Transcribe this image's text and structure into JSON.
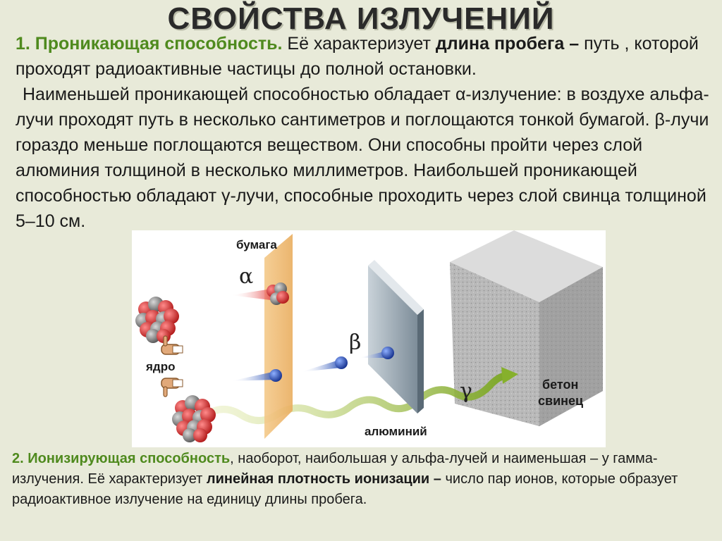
{
  "title": "СВОЙСТВА ИЗЛУЧЕНИЙ",
  "section1": {
    "heading": "1. Проникающая способность.",
    "t1": " Её характеризует ",
    "bold1": "длина пробега –",
    "t2": " путь , которой проходят радиоактивные частицы до полной остановки.",
    "t3": "Наименьшей проникающей способностью обладает α-излучение: в воздухе альфа-лучи проходят путь в несколько сантиметров и поглощаются тонкой бумагой. β-лучи гораздо меньше поглощаются веществом. Они способны пройти через слой алюминия толщиной в несколько миллиметров. Наибольшей проникающей способностью обладают γ-лучи, способные проходить через слой свинца толщиной 5–10 см."
  },
  "figure": {
    "paper_label": "бумага",
    "nucleus_label": "ядро",
    "aluminum_label": "алюминий",
    "concrete_label": "бетон",
    "lead_label": "свинец",
    "alpha": "α",
    "beta": "β",
    "gamma": "γ"
  },
  "section2": {
    "heading": "2. Ионизирующая способность",
    "t1": ", наоборот, наибольшая у альфа-лучей и наименьшая – у гамма-излучения. Её характеризует ",
    "bold1": "линейная плотность ионизации –",
    "t2": " число пар ионов, которые образует радиоактивное излучение на единицу длины пробега."
  }
}
